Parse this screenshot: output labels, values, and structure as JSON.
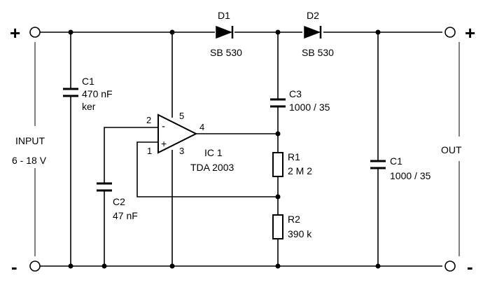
{
  "terminals": {
    "in_plus": "+",
    "in_minus": "-",
    "out_plus": "+",
    "out_minus": "-"
  },
  "labels": {
    "input_line1": "INPUT",
    "input_line2": "6 - 18 V",
    "output": "OUT"
  },
  "components": {
    "c1_in": {
      "name": "C1",
      "value1": "470 nF",
      "value2": "ker"
    },
    "d1": {
      "name": "D1",
      "value": "SB 530"
    },
    "d2": {
      "name": "D2",
      "value": "SB 530"
    },
    "c3": {
      "name": "C3",
      "value": "1000 / 35"
    },
    "ic": {
      "name": "IC 1",
      "value": "TDA 2003"
    },
    "r1": {
      "name": "R1",
      "value": "2 M 2"
    },
    "r2": {
      "name": "R2",
      "value": "390 k"
    },
    "c2": {
      "name": "C2",
      "value": "47 nF"
    },
    "c1_out": {
      "name": "C1",
      "value": "1000 / 35"
    }
  },
  "ic_pins": {
    "p1": "1",
    "p2": "2",
    "p3": "3",
    "p4": "4",
    "p5": "5",
    "minus": "-",
    "plus": "+"
  }
}
